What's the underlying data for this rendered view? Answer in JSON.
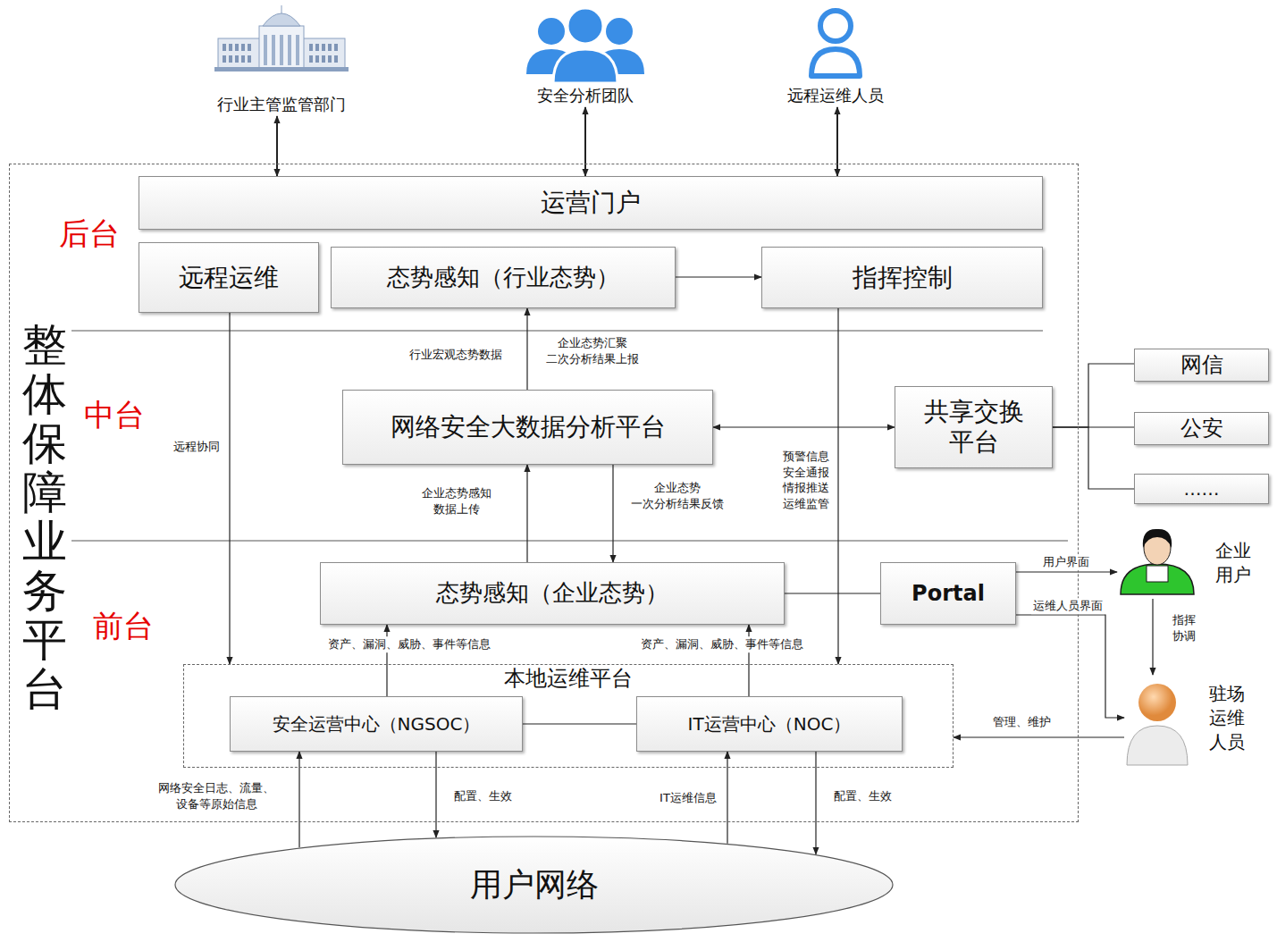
{
  "diagram": {
    "nodes": [
      {
        "text": [
          "行业主管监管部门"
        ]
      },
      {
        "text": [
          "安全分析团队"
        ]
      },
      {
        "text": [
          "远程运维人员"
        ]
      },
      {
        "text": [
          "整体保障业务平台"
        ]
      },
      {
        "text": [
          "运营门户"
        ],
        "in": 3
      },
      {
        "text": [
          "远程运维"
        ],
        "in": 3
      },
      {
        "text": [
          "态势感知（行业态势）"
        ],
        "in": 3
      },
      {
        "text": [
          "指挥控制"
        ],
        "in": 3
      },
      {
        "text": [
          "网络安全大数据分析平台"
        ],
        "in": 3
      },
      {
        "text": [
          "共享交换 平台"
        ],
        "in": 3
      },
      {
        "text": [
          "网信"
        ]
      },
      {
        "text": [
          "公安"
        ]
      },
      {
        "text": [
          "……"
        ]
      },
      {
        "text": [
          "态势感知（企业态势）"
        ],
        "in": 3
      },
      {
        "text": [
          "Portal"
        ],
        "in": 3
      },
      {
        "text": [
          "企业用户"
        ]
      },
      {
        "text": [
          "本地运维平台"
        ],
        "in": 3
      },
      {
        "text": [
          "安全运营中心（NGSOC）"
        ],
        "in": 16
      },
      {
        "text": [
          "IT运营中心（NOC）"
        ],
        "in": 16
      },
      {
        "text": [
          "驻场运维人员"
        ]
      },
      {
        "text": [
          "用户网络"
        ]
      }
    ],
    "edges": [
      {
        "from": 0,
        "to": 4,
        "arrow": "both"
      },
      {
        "from": 1,
        "to": 4,
        "arrow": "both"
      },
      {
        "from": 2,
        "to": 4,
        "arrow": "both"
      },
      {
        "from": 6,
        "to": 7,
        "arrow": "to"
      },
      {
        "from": 5,
        "to": 16,
        "arrow": "to",
        "label": "远程协同"
      },
      {
        "from": 8,
        "to": 6,
        "arrow": "to",
        "label": "企业态势汇聚 二次分析结果上报"
      },
      {
        "from": 8,
        "to": 9,
        "arrow": "both"
      },
      {
        "from": 9,
        "to": 10,
        "arrow": "none"
      },
      {
        "from": 9,
        "to": 11,
        "arrow": "none"
      },
      {
        "from": 9,
        "to": 12,
        "arrow": "none"
      },
      {
        "from": 13,
        "to": 8,
        "arrow": "to",
        "label": "企业态势感知 数据上传"
      },
      {
        "from": 8,
        "to": 13,
        "arrow": "to",
        "label": "企业态势 一次分析结果反馈"
      },
      {
        "from": 7,
        "to": 16,
        "arrow": "to",
        "label": "预警信息 安全通报 情报推送 运维监管"
      },
      {
        "from": 13,
        "to": 14,
        "arrow": "none"
      },
      {
        "from": 14,
        "to": 15,
        "arrow": "to",
        "label": "用户界面"
      },
      {
        "from": 14,
        "to": 19,
        "arrow": "to",
        "label": "运维人员界面"
      },
      {
        "from": 15,
        "to": 19,
        "arrow": "to",
        "label": "指挥 协调"
      },
      {
        "from": 19,
        "to": 16,
        "arrow": "to",
        "label": "管理、维护"
      },
      {
        "from": 17,
        "to": 13,
        "arrow": "to",
        "label": "资产、漏洞、威胁、事件等信息"
      },
      {
        "from": 18,
        "to": 13,
        "arrow": "to",
        "label": "资产、漏洞、威胁、事件等信息"
      },
      {
        "from": 20,
        "to": 17,
        "arrow": "to",
        "label": "网络安全日志、流量、 设备等原始信息"
      },
      {
        "from": 17,
        "to": 20,
        "arrow": "to",
        "label": "配置、生效"
      },
      {
        "from": 20,
        "to": 18,
        "arrow": "to",
        "label": "IT运维信息"
      },
      {
        "from": 18,
        "to": 20,
        "arrow": "to",
        "label": "配置、生效"
      },
      {
        "from": 17,
        "to": 18,
        "arrow": "none"
      }
    ],
    "labels": [
      "后台",
      "中台",
      "前台",
      "行业宏观态势数据"
    ]
  }
}
